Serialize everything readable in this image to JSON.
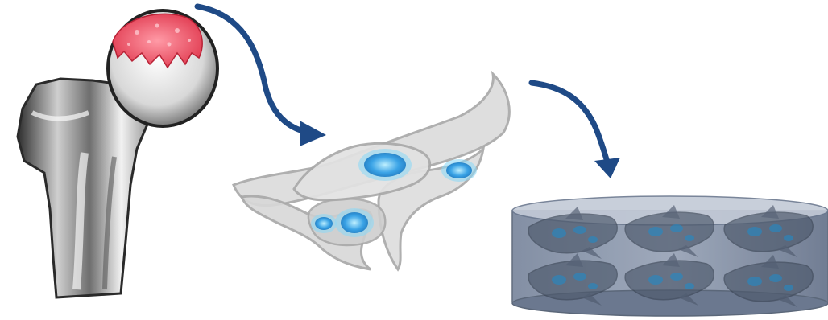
{
  "diagram": {
    "stages": [
      {
        "id": "bone",
        "label": "",
        "icon": "femur-bone-icon"
      },
      {
        "id": "cells",
        "label": "",
        "icon": "cells-icon"
      },
      {
        "id": "scaffold",
        "label": "",
        "icon": "cell-scaffold-disc-icon"
      }
    ],
    "arrows": [
      {
        "from": "bone",
        "to": "cells"
      },
      {
        "from": "cells",
        "to": "scaffold"
      }
    ]
  },
  "colors": {
    "arrow": "#1f4a86",
    "bone_dark": "#3a3a3a",
    "bone_light": "#e6e6e6",
    "marrow": "#e8465a",
    "cell_body": "#dcdcdc",
    "cell_outline": "#a9a9a9",
    "nucleus": "#2a8fd8",
    "nucleus_glow": "#8fd8f5",
    "disc_fill": "#6f7e96",
    "disc_top": "#c3cad7"
  }
}
